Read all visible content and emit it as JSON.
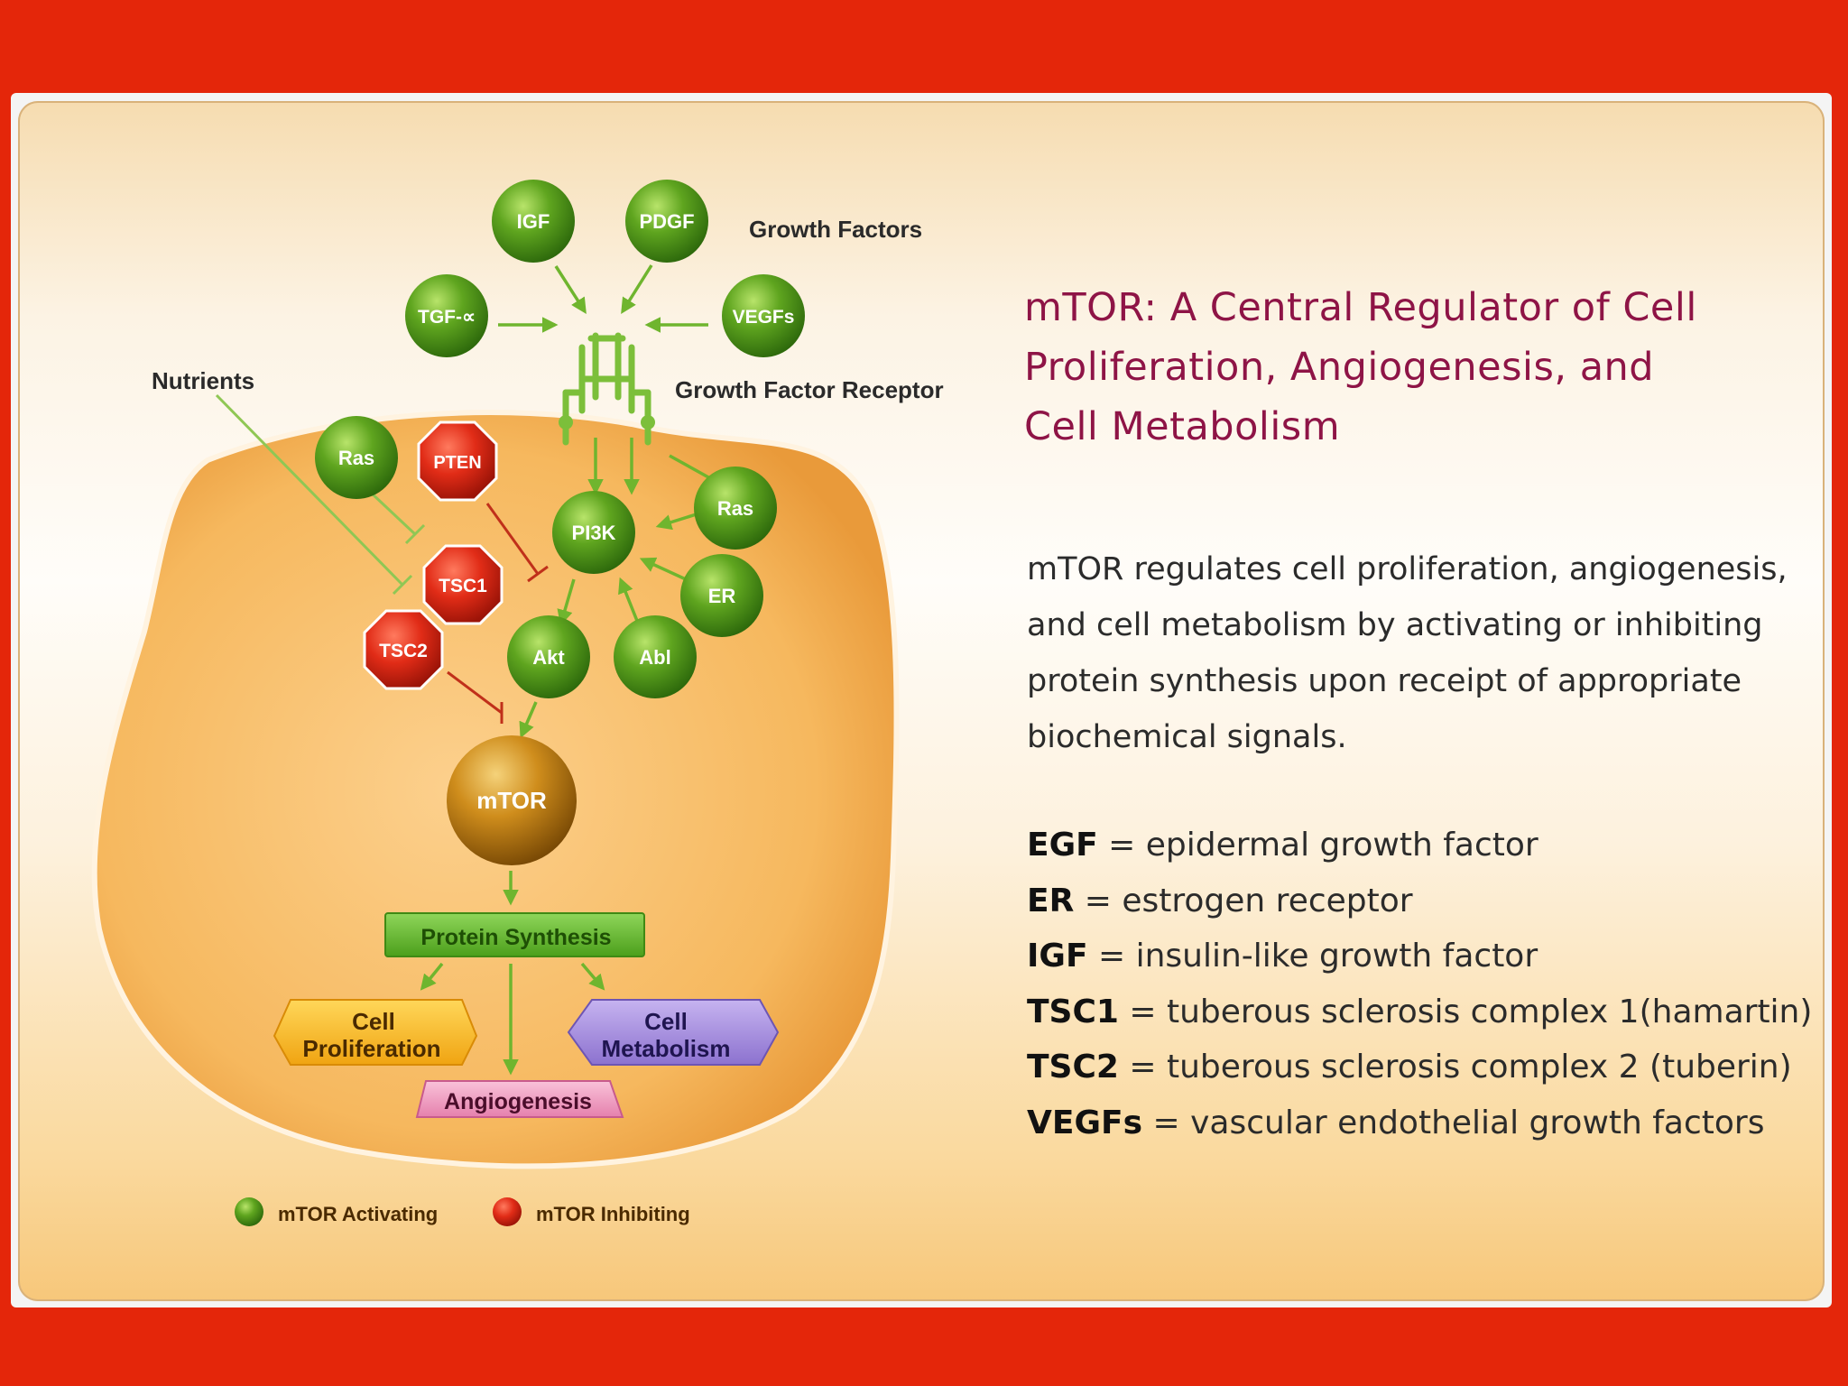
{
  "title_lines": [
    "mTOR: A Central Regulator of Cell",
    "Proliferation, Angiogenesis, and",
    "Cell Metabolism"
  ],
  "description_lines": [
    "mTOR regulates cell proliferation, angiogenesis,",
    "and cell metabolism by activating or inhibiting",
    "protein synthesis upon receipt of appropriate",
    "biochemical signals."
  ],
  "glossary": [
    {
      "term": "EGF",
      "definition": " = epidermal growth factor"
    },
    {
      "term": "ER",
      "definition": " = estrogen receptor"
    },
    {
      "term": "IGF",
      "definition": " = insulin-like growth factor"
    },
    {
      "term": "TSC1",
      "definition": " = tuberous sclerosis complex 1(hamartin)"
    },
    {
      "term": "TSC2",
      "definition": " = tuberous sclerosis complex 2 (tuberin)"
    },
    {
      "term": "VEGFs",
      "definition": " = vascular endothelial growth factors"
    }
  ],
  "diagram": {
    "labels": {
      "growth_factors": "Growth Factors",
      "growth_factor_receptor": "Growth Factor Receptor",
      "nutrients": "Nutrients"
    },
    "nodes": {
      "igf": "IGF",
      "pdgf": "PDGF",
      "tgf": "TGF-∝",
      "vegfs": "VEGFs",
      "ras_left": "Ras",
      "pten": "PTEN",
      "pi3k": "PI3K",
      "ras_right": "Ras",
      "tsc1": "TSC1",
      "er": "ER",
      "tsc2": "TSC2",
      "akt": "Akt",
      "abl": "Abl",
      "mtor": "mTOR"
    },
    "outputs": {
      "protein_synthesis": "Protein Synthesis",
      "cell_proliferation": [
        "Cell",
        "Proliferation"
      ],
      "cell_metabolism": [
        "Cell",
        "Metabolism"
      ],
      "angiogenesis": "Angiogenesis"
    },
    "legend": {
      "activating": "mTOR Activating",
      "inhibiting": "mTOR Inhibiting"
    }
  },
  "colors": {
    "background_red": "#e4260a",
    "title": "#8e1446",
    "activating_green": "#4e9a1a",
    "inhibiting_red": "#e02a16",
    "mtor_gold": "#c98a14",
    "arrow_green": "#7cbf3a",
    "inhibit_line": "#c0301a",
    "cell_fill": "#f7b964"
  }
}
